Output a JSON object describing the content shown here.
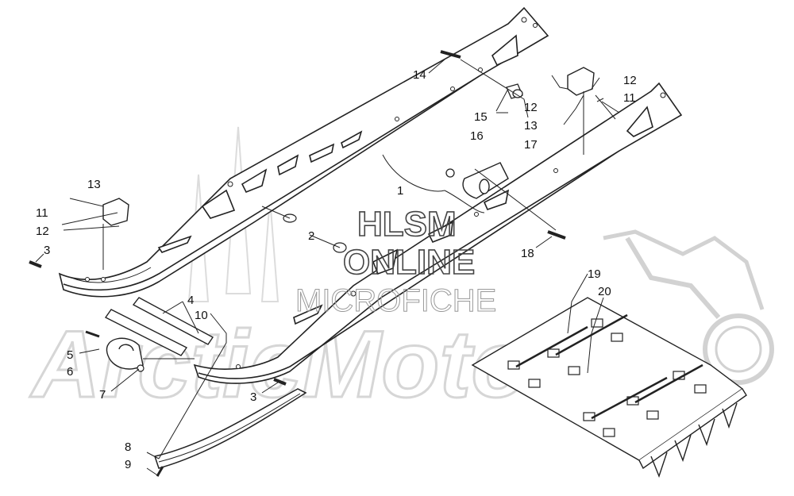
{
  "watermark": {
    "line1": "HLSM",
    "line2": "ONLINE",
    "line3": "MICROFICHE",
    "brand": "ArcticMoto"
  },
  "callouts": {
    "c1": "1",
    "c2": "2",
    "c3a": "3",
    "c3b": "3",
    "c4": "4",
    "c5": "5",
    "c6": "6",
    "c7": "7",
    "c8": "8",
    "c9": "9",
    "c10": "10",
    "c11a": "11",
    "c11b": "11",
    "c12a": "12",
    "c12b": "12",
    "c12c": "12",
    "c13a": "13",
    "c13b": "13",
    "c14": "14",
    "c15": "15",
    "c16": "16",
    "c17": "17",
    "c18": "18",
    "c19": "19",
    "c20": "20"
  },
  "colors": {
    "line": "#222222",
    "watermark": "#cfcfcf",
    "fill": "#ffffff"
  }
}
